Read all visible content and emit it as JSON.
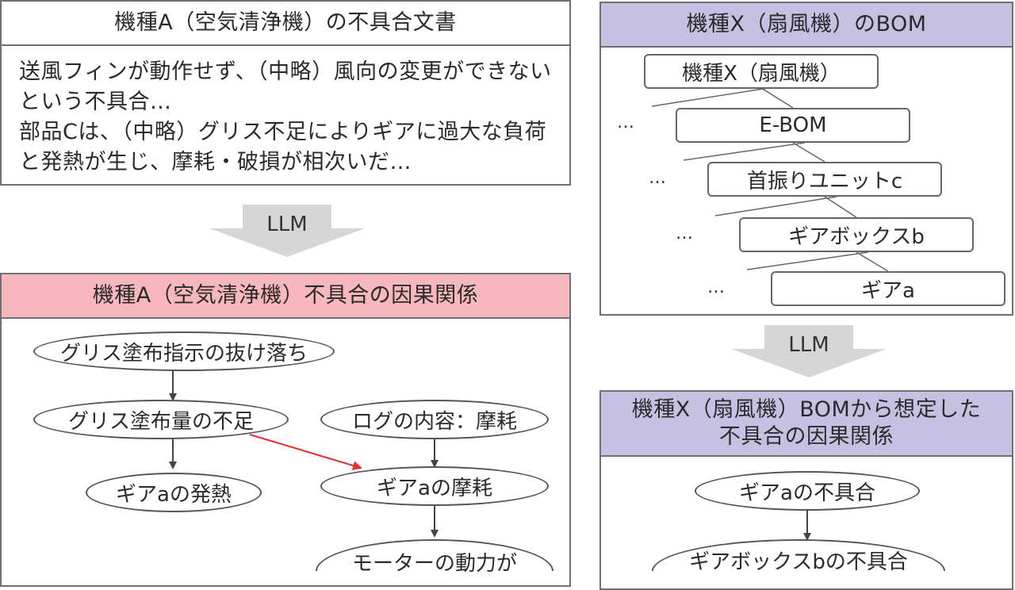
{
  "doc": {
    "title": "機種A（空気清浄機）の不具合文書",
    "lines": [
      "送風フィンが動作せず、（中略）風向の変更ができない",
      "という不具合…",
      "部品Cは、（中略）グリス不足によりギアに過大な負荷",
      "と発熱が生じ、摩耗・破損が相次いだ…"
    ]
  },
  "bom": {
    "title": "機種X（扇風機）のBOM",
    "items": [
      "機種X（扇風機）",
      "E-BOM",
      "首振りユニットc",
      "ギアボックスb",
      "ギアa"
    ],
    "ellipsis": "…"
  },
  "llm_label": "LLM",
  "causal_a": {
    "title": "機種A（空気清浄機）不具合の因果関係",
    "nodes": {
      "n1": "グリス塗布指示の抜け落ち",
      "n2": "グリス塗布量の不足",
      "n3": "ギアaの発熱",
      "n4": "ログの内容：摩耗",
      "n5": "ギアaの摩耗",
      "n6": "モーターの動力が"
    }
  },
  "causal_x": {
    "title_line1": "機種X（扇風機）BOMから想定した",
    "title_line2": "不具合の因果関係",
    "nodes": {
      "m1": "ギアaの不具合",
      "m2": "ギアボックスbの不具合"
    }
  },
  "colors": {
    "pink_header": "#f6b8bd",
    "purple_header": "#c6c0e3",
    "red_arrow": "#e03030",
    "gray_arrow": "#d6d6d6"
  }
}
